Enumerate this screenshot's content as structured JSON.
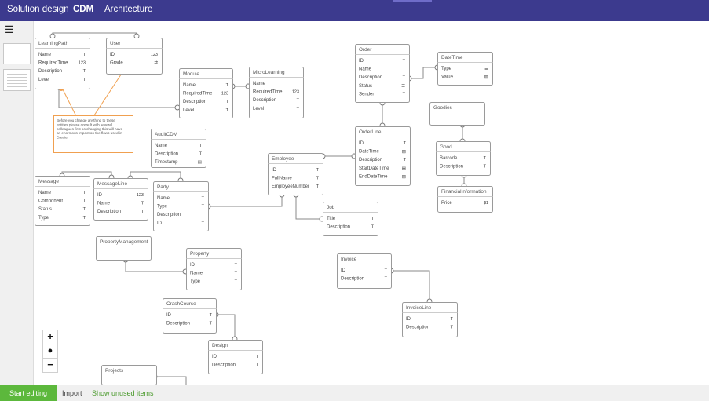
{
  "nav": {
    "items": [
      "Solution design",
      "CDM",
      "Architecture"
    ]
  },
  "sidebar": {
    "menu_icon": "hamburger-icon"
  },
  "zoom": {
    "zoom_in": "+",
    "reset": "●",
    "zoom_out": "−"
  },
  "footer": {
    "start_editing": "Start editing",
    "import": "Import",
    "show_unused": "Show unused items"
  },
  "note": {
    "lines": [
      "Before you change anything to these",
      "entities please consult with several",
      "colleagues first as changing this will have",
      "an enormous impact on the flows used in",
      "Create"
    ]
  },
  "entities": [
    {
      "id": "LearningPath",
      "name": "LearningPath",
      "attrs": [
        [
          "Name",
          "T"
        ],
        [
          "RequiredTime",
          "123"
        ],
        [
          "Description",
          "T"
        ],
        [
          "Level",
          "T"
        ]
      ]
    },
    {
      "id": "User",
      "name": "User",
      "attrs": [
        [
          "ID",
          "123"
        ],
        [
          "Grade",
          "⇄"
        ]
      ]
    },
    {
      "id": "Module",
      "name": "Module",
      "attrs": [
        [
          "Name",
          "T"
        ],
        [
          "RequiredTime",
          "123"
        ],
        [
          "Description",
          "T"
        ],
        [
          "Level",
          "T"
        ]
      ]
    },
    {
      "id": "MicroLearning",
      "name": "MicroLearning",
      "attrs": [
        [
          "Name",
          "T"
        ],
        [
          "RequiredTime",
          "123"
        ],
        [
          "Description",
          "T"
        ],
        [
          "Level",
          "T"
        ]
      ]
    },
    {
      "id": "Order",
      "name": "Order",
      "attrs": [
        [
          "ID",
          "T"
        ],
        [
          "Name",
          "T"
        ],
        [
          "Description",
          "T"
        ],
        [
          "Status",
          "☰"
        ],
        [
          "Sender",
          "T"
        ]
      ]
    },
    {
      "id": "DateTime",
      "name": "DateTime",
      "attrs": [
        [
          "Type",
          "☰"
        ],
        [
          "Value",
          "▤"
        ]
      ]
    },
    {
      "id": "Goodies",
      "name": "Goodies",
      "attrs": []
    },
    {
      "id": "OrderLine",
      "name": "OrderLine",
      "attrs": [
        [
          "ID",
          "T"
        ],
        [
          "DateTime",
          "▤"
        ],
        [
          "Description",
          "T"
        ],
        [
          "StartDateTime",
          "▤"
        ],
        [
          "EndDateTime",
          "▤"
        ]
      ]
    },
    {
      "id": "Good",
      "name": "Good",
      "attrs": [
        [
          "Barcode",
          "T"
        ],
        [
          "Description",
          "T"
        ]
      ]
    },
    {
      "id": "FinancialInformation",
      "name": "FinancialInformation",
      "attrs": [
        [
          "Price",
          "$1"
        ]
      ]
    },
    {
      "id": "AuditCDM",
      "name": "AuditCDM",
      "attrs": [
        [
          "Name",
          "T"
        ],
        [
          "Description",
          "T"
        ],
        [
          "Timestamp",
          "▤"
        ]
      ]
    },
    {
      "id": "Employee",
      "name": "Employee",
      "attrs": [
        [
          "ID",
          "T"
        ],
        [
          "FullName",
          "T"
        ],
        [
          "EmployeeNumber",
          "T"
        ]
      ]
    },
    {
      "id": "Message",
      "name": "Message",
      "attrs": [
        [
          "Name",
          "T"
        ],
        [
          "Component",
          "T"
        ],
        [
          "Status",
          "T"
        ],
        [
          "Type",
          "T"
        ]
      ]
    },
    {
      "id": "MessageLine",
      "name": "MessageLine",
      "attrs": [
        [
          "ID",
          "123"
        ],
        [
          "Name",
          "T"
        ],
        [
          "Description",
          "T"
        ]
      ]
    },
    {
      "id": "Party",
      "name": "Party",
      "attrs": [
        [
          "Name",
          "T"
        ],
        [
          "Type",
          "T"
        ],
        [
          "Description",
          "T"
        ],
        [
          "ID",
          "T"
        ]
      ]
    },
    {
      "id": "Job",
      "name": "Job",
      "attrs": [
        [
          "Title",
          "T"
        ],
        [
          "Description",
          "T"
        ]
      ]
    },
    {
      "id": "PropertyManagement",
      "name": "PropertyManagement",
      "attrs": []
    },
    {
      "id": "Property",
      "name": "Property",
      "attrs": [
        [
          "ID",
          "T"
        ],
        [
          "Name",
          "T"
        ],
        [
          "Type",
          "T"
        ]
      ]
    },
    {
      "id": "Invoice",
      "name": "Invoice",
      "attrs": [
        [
          "ID",
          "T"
        ],
        [
          "Description",
          "T"
        ]
      ]
    },
    {
      "id": "CrashCourse",
      "name": "CrashCourse",
      "attrs": [
        [
          "ID",
          "T"
        ],
        [
          "Description",
          "T"
        ]
      ]
    },
    {
      "id": "InvoiceLine",
      "name": "InvoiceLine",
      "attrs": [
        [
          "ID",
          "T"
        ],
        [
          "Description",
          "T"
        ]
      ]
    },
    {
      "id": "Design",
      "name": "Design",
      "attrs": [
        [
          "ID",
          "T"
        ],
        [
          "Description",
          "T"
        ]
      ]
    },
    {
      "id": "Projects",
      "name": "Projects",
      "attrs": []
    }
  ]
}
